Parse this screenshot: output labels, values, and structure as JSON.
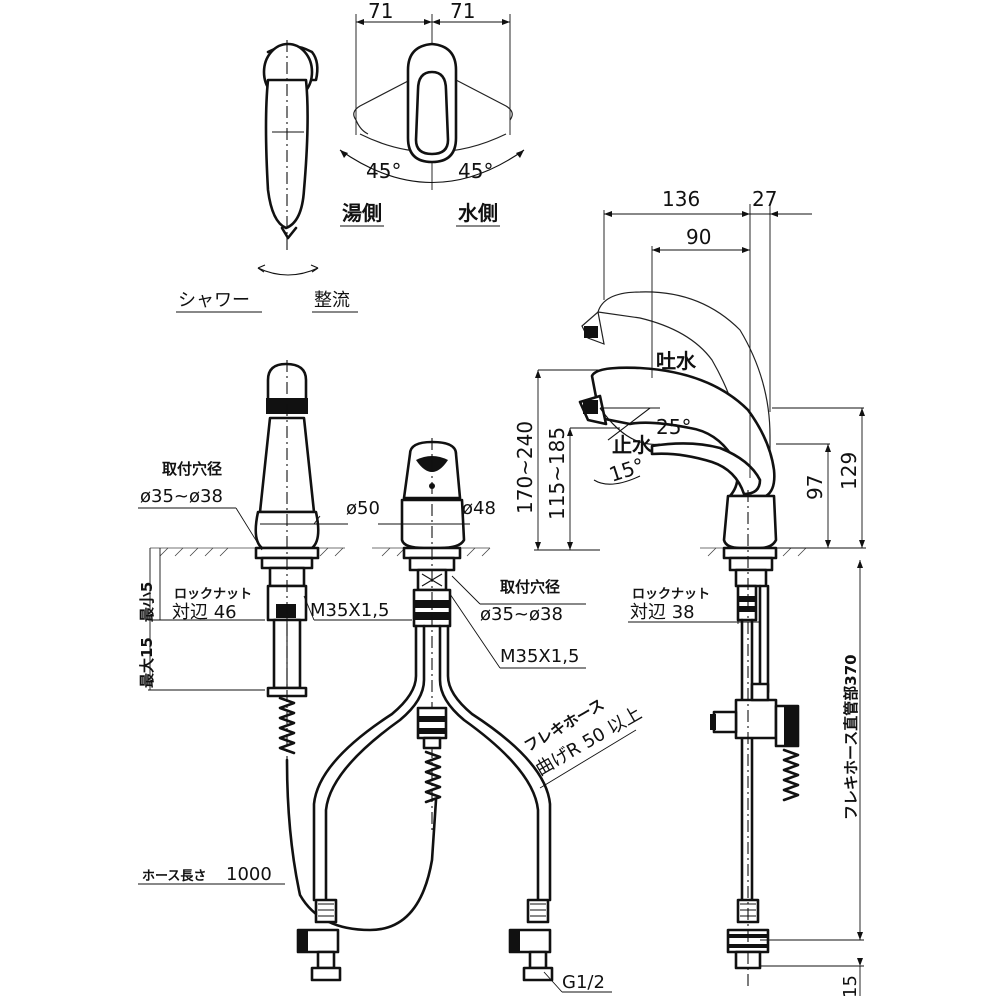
{
  "dims": {
    "top_left_width": "71",
    "top_right_width": "71",
    "angle_left": "45°",
    "angle_right": "45°",
    "side_total_depth": "136",
    "side_extra": "27",
    "side_spout_reach": "90",
    "height_range": "170~240",
    "height_range2": "115~185",
    "angle_up": "25°",
    "angle_down": "15°",
    "height_97": "97",
    "height_129": "129",
    "dia_50": "ø50",
    "dia_48": "ø48",
    "hole_range_left": "ø35~ø38",
    "hole_range_mid": "ø35~ø38",
    "thread_left": "M35X1,5",
    "thread_mid": "M35X1,5",
    "nut_side_left": "対辺 46",
    "nut_side_right": "対辺 38",
    "thickness": "最大15　最小5",
    "hose_length_value": "1000",
    "flex_hose_length": "フレキホース直管部370",
    "bottom_15": "15",
    "connector": "G1/2"
  },
  "labels": {
    "hot_side": "湯側",
    "cold_side": "水側",
    "shower": "シャワー",
    "straight_flow": "整流",
    "spout_water": "吐水",
    "stop_water": "止水",
    "mount_hole_left": "取付穴径",
    "mount_hole_mid": "取付穴径",
    "lock_nut_left": "ロックナット",
    "lock_nut_right": "ロックナット",
    "flex_hose_title": "フレキホース",
    "flex_hose_bend": "曲げR 50 以上",
    "hose_length_label": "ホース長さ"
  }
}
